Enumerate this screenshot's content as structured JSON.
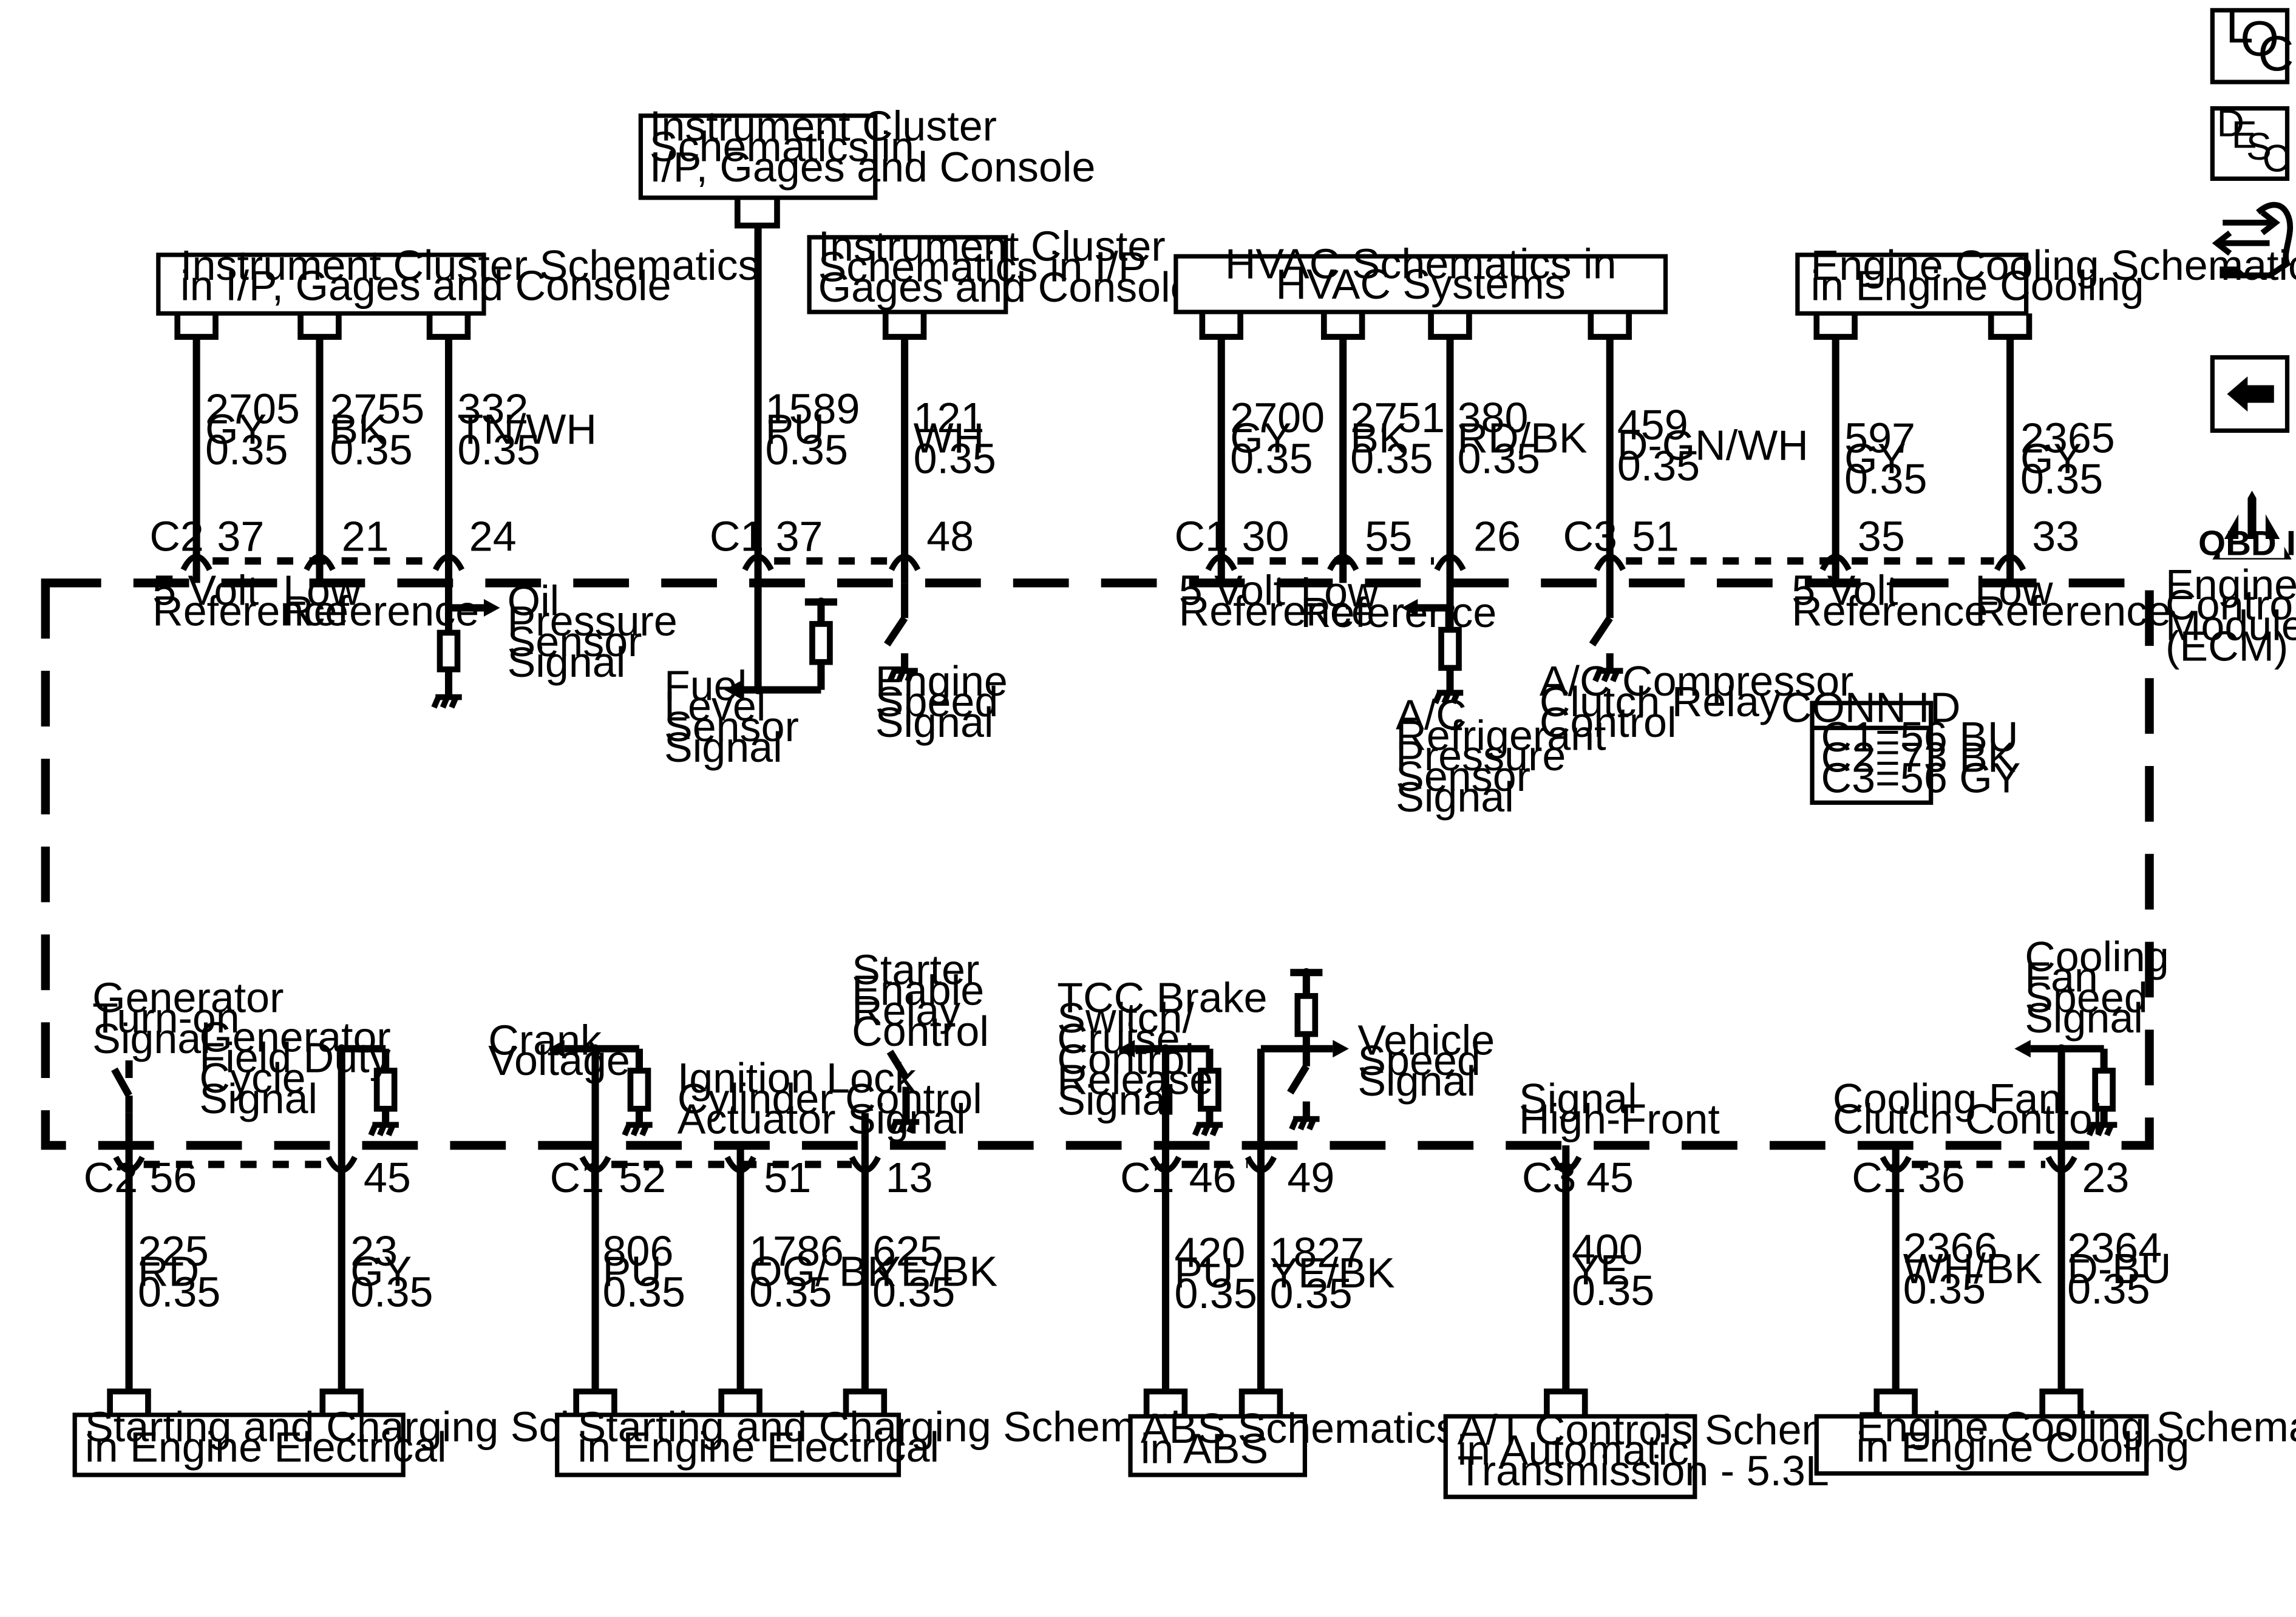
{
  "nav": {
    "loc": [
      "L",
      "O",
      "C"
    ],
    "desc": [
      "D",
      "E",
      "S",
      "C"
    ],
    "obd": "OBD II",
    "roman": "II"
  },
  "ecm": {
    "title": [
      "Engine",
      "Control",
      "Module",
      "(ECM)"
    ]
  },
  "conn_id": {
    "title": "CONN ID",
    "rows": [
      "C1=56 BU",
      "C2=73 BK",
      "C3=56 GY"
    ]
  },
  "top_boxes": [
    {
      "lines": [
        "Instrument Cluster Schematics",
        "in I/P, Gages and Console"
      ]
    },
    {
      "lines": [
        "Instrument Cluster",
        "Schematics in",
        "I/P, Gages and Console"
      ]
    },
    {
      "lines": [
        "Instrument Cluster",
        "Schematics in I/P",
        "Gages and Console"
      ]
    },
    {
      "lines": [
        "HVAC Schematics in",
        "HVAC Systems"
      ]
    },
    {
      "lines": [
        "Engine Cooling Schematics",
        "in Engine Cooling"
      ]
    }
  ],
  "bottom_boxes": [
    {
      "lines": [
        "Starting and Charging Schematics",
        "in Engine Electrical"
      ]
    },
    {
      "lines": [
        "Starting and Charging Schematics",
        "in Engine Electrical"
      ]
    },
    {
      "lines": [
        "ABS Schematics",
        "in ABS"
      ]
    },
    {
      "lines": [
        "A/T Controls Schematics",
        "in Automatic",
        "Transmission - 5.3L"
      ]
    },
    {
      "lines": [
        "Engine Cooling Schematics",
        "in Engine Cooling"
      ]
    }
  ],
  "top_wires": [
    {
      "conn": "C2",
      "pin": "37",
      "circuit": [
        "2705",
        "GY",
        "0.35"
      ]
    },
    {
      "pin": "21",
      "circuit": [
        "2755",
        "BK",
        "0.35"
      ]
    },
    {
      "pin": "24",
      "circuit": [
        "332",
        "TN/WH",
        "0.35"
      ]
    },
    {
      "conn": "C1",
      "pin": "37",
      "circuit": [
        "1589",
        "PU",
        "0.35"
      ]
    },
    {
      "pin": "48",
      "circuit": [
        "121",
        "WH",
        "0.35"
      ]
    },
    {
      "conn": "C1",
      "pin": "30",
      "circuit": [
        "2700",
        "GY",
        "0.35"
      ]
    },
    {
      "pin": "55",
      "circuit": [
        "2751",
        "BK",
        "0.35"
      ]
    },
    {
      "pin": "26",
      "circuit": [
        "380",
        "RD/BK",
        "0.35"
      ]
    },
    {
      "conn": "C3",
      "pin": "51",
      "circuit": [
        "459",
        "D-GN/WH",
        "0.35"
      ]
    },
    {
      "pin": "35",
      "circuit": [
        "597",
        "GY",
        "0.35"
      ]
    },
    {
      "pin": "33",
      "circuit": [
        "2365",
        "GY",
        "0.35"
      ]
    }
  ],
  "bottom_wires": [
    {
      "conn": "C2",
      "pin": "56",
      "circuit": [
        "225",
        "RD",
        "0.35"
      ]
    },
    {
      "pin": "45",
      "circuit": [
        "23",
        "GY",
        "0.35"
      ]
    },
    {
      "conn": "C1",
      "pin": "52",
      "circuit": [
        "806",
        "PU",
        "0.35"
      ]
    },
    {
      "pin": "51",
      "circuit": [
        "1786",
        "OG/ BK",
        "0.35"
      ]
    },
    {
      "pin": "13",
      "circuit": [
        "625",
        "YE/BK",
        "0.35"
      ]
    },
    {
      "conn": "C1",
      "pin": "46",
      "circuit": [
        "420",
        "PU",
        "0.35"
      ]
    },
    {
      "pin": "49",
      "circuit": [
        "1827",
        "YE/BK",
        "0.35"
      ]
    },
    {
      "conn": "C3",
      "pin": "45",
      "circuit": [
        "400",
        "YE",
        "0.35"
      ]
    },
    {
      "conn": "C1",
      "pin": "36",
      "circuit": [
        "2366",
        "WH/BK",
        "0.35"
      ]
    },
    {
      "pin": "23",
      "circuit": [
        "2364",
        "D-BU",
        "0.35"
      ]
    }
  ],
  "signals_top": [
    {
      "lines": [
        "5 Volt",
        "Reference"
      ]
    },
    {
      "lines": [
        "Low",
        "Reference"
      ]
    },
    {
      "lines": [
        "Oil",
        "Pressure",
        "Sensor",
        "Signal"
      ]
    },
    {
      "lines": [
        "Fuel",
        "Level",
        "Sensor",
        "Signal"
      ]
    },
    {
      "lines": [
        "Engine",
        "Speed",
        "Signal"
      ]
    },
    {
      "lines": [
        "5 Volt",
        "Reference"
      ]
    },
    {
      "lines": [
        "Low",
        "Reference"
      ]
    },
    {
      "lines": [
        "A/C",
        "Refrigerant",
        "Pressure",
        "Sensor",
        "Signal"
      ]
    },
    {
      "lines": [
        "A/C Compressor",
        "Clutch Relay",
        "Control"
      ]
    },
    {
      "lines": [
        "5 Volt",
        "Reference"
      ]
    },
    {
      "lines": [
        "Low",
        "Reference"
      ]
    }
  ],
  "signals_bottom": [
    {
      "lines": [
        "Generator",
        "Turn-on",
        "Signal"
      ]
    },
    {
      "lines": [
        "Generator",
        "Field Duty",
        "Cycle",
        "Signal"
      ]
    },
    {
      "lines": [
        "Crank",
        "Voltage"
      ]
    },
    {
      "lines": [
        "Ignition Lock",
        "Cylinder Control",
        "Actuator Signal"
      ]
    },
    {
      "lines": [
        "Starter",
        "Enable",
        "Relay",
        "Control"
      ]
    },
    {
      "lines": [
        "TCC Brake",
        "Switch/",
        "Cruise",
        "Control",
        "Release",
        "Signal"
      ]
    },
    {
      "lines": [
        "Vehicle",
        "Speed",
        "Signal"
      ]
    },
    {
      "lines": [
        "Signal",
        "High-Front"
      ]
    },
    {
      "lines": [
        "Cooling Fan",
        "Clutch Control"
      ]
    },
    {
      "lines": [
        "Cooling",
        "Fan",
        "Speed",
        "Signal"
      ]
    }
  ]
}
